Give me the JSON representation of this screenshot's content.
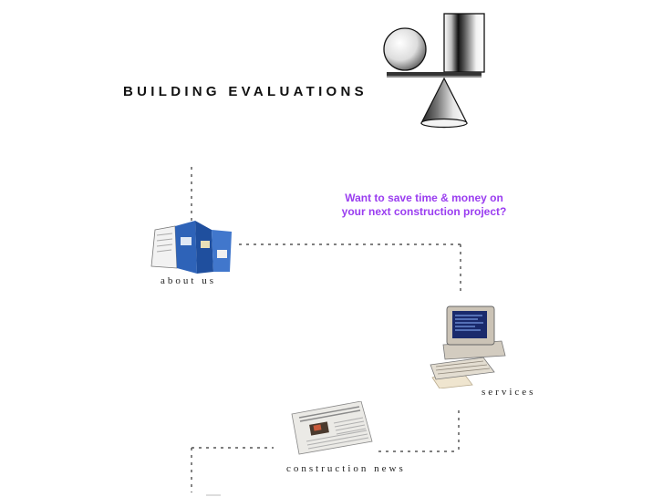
{
  "header": {
    "title": "BUILDING EVALUATIONS",
    "logo_icon": "balance-shapes-icon"
  },
  "tagline": {
    "line1": "Want to save time & money on",
    "line2": "your next construction project?",
    "color": "#9a3df0"
  },
  "nav": {
    "about": {
      "label": "about us",
      "icon": "brochure-icon"
    },
    "services": {
      "label": "services",
      "icon": "computer-icon"
    },
    "news": {
      "label": "construction news",
      "icon": "newspaper-icon"
    }
  }
}
